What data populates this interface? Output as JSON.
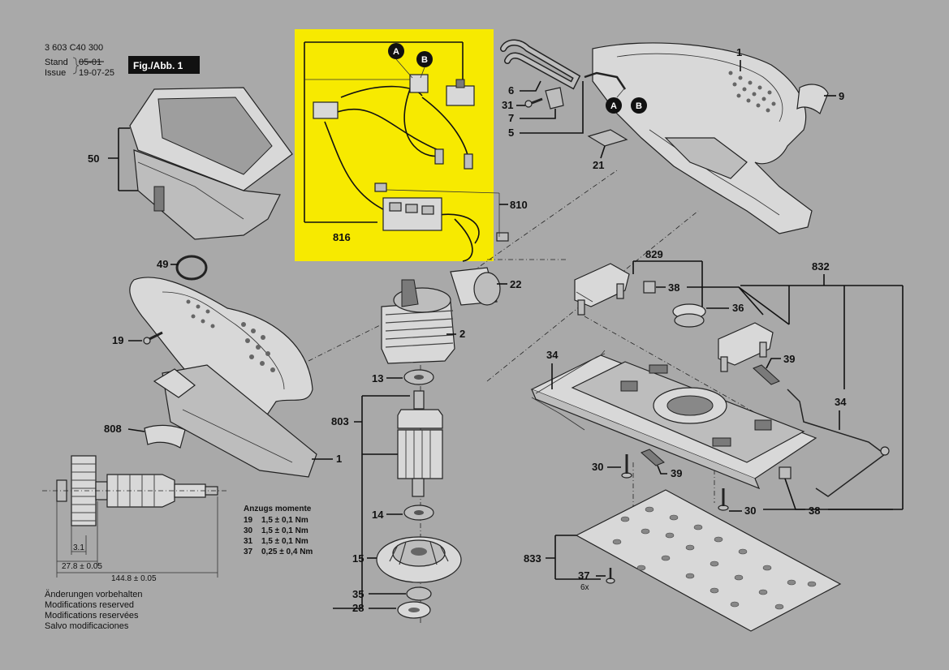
{
  "header": {
    "doc_number": "3 603 C40 300",
    "stand_label": "Stand",
    "stand_value": "05-01",
    "issue_label": "Issue",
    "issue_value": "19-07-25",
    "fig_label": "Fig./Abb. 1"
  },
  "callouts": {
    "A": "A",
    "B": "B",
    "p1": "1",
    "p1b": "1",
    "p2": "2",
    "p5": "5",
    "p6": "6",
    "p7": "7",
    "p9": "9",
    "p13": "13",
    "p14": "14",
    "p15": "15",
    "p19": "19",
    "p21": "21",
    "p22": "22",
    "p28": "28",
    "p30a": "30",
    "p30b": "30",
    "p31": "31",
    "p34a": "34",
    "p34b": "34",
    "p35": "35",
    "p36": "36",
    "p37": "37",
    "p38a": "38",
    "p38b": "38",
    "p39a": "39",
    "p39b": "39",
    "p49": "49",
    "p50": "50",
    "p803": "803",
    "p808": "808",
    "p810": "810",
    "p816": "816",
    "p829": "829",
    "p832": "832",
    "p833": "833",
    "qty6x": "6x"
  },
  "dimensions": {
    "d1": "3.1",
    "d2": "27.8 ± 0.05",
    "d3": "144.8 ± 0.05"
  },
  "torque": {
    "title": "Anzugs momente",
    "rows": [
      {
        "part": "19",
        "value": "1,5 ± 0,1 Nm"
      },
      {
        "part": "30",
        "value": "1,5 ± 0,1 Nm"
      },
      {
        "part": "31",
        "value": "1,5 ± 0,1 Nm"
      },
      {
        "part": "37",
        "value": "0,25 ± 0,4 Nm"
      }
    ]
  },
  "notes": [
    "Änderungen vorbehalten",
    "Modifications reserved",
    "Modifications reservées",
    "Salvo modificaciones"
  ],
  "colors": {
    "background": "#a9a9a9",
    "highlight": "#f7ea00",
    "fig_badge": "#111111"
  }
}
